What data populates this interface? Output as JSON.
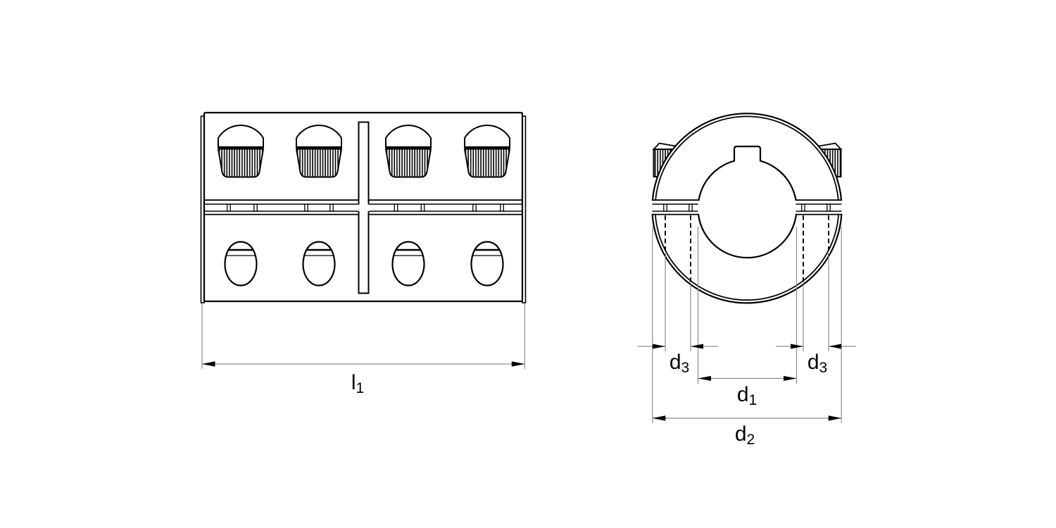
{
  "drawing": {
    "colors": {
      "ink": "#000000",
      "thin_line": "#8c8c8c",
      "background": "#ffffff"
    },
    "labels": {
      "l1": {
        "base": "l",
        "sub": "1"
      },
      "d1": {
        "base": "d",
        "sub": "1"
      },
      "d2": {
        "base": "d",
        "sub": "2"
      },
      "d3": {
        "base": "d",
        "sub": "3"
      }
    }
  }
}
